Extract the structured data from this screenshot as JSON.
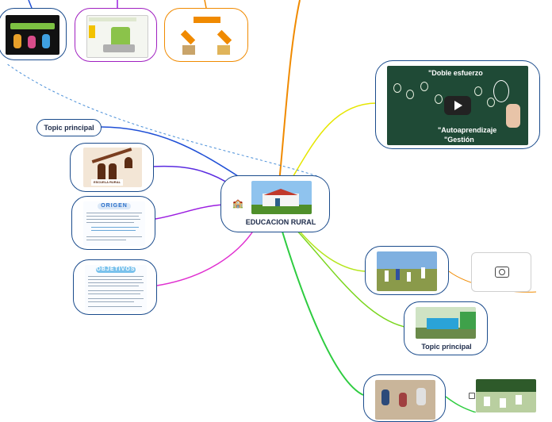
{
  "central": {
    "title": "EDUCACION RURAL",
    "icon": "school-icon"
  },
  "topics": {
    "topic_left": "Topic principal",
    "topic_right": "Topic principal"
  },
  "video": {
    "caption_top": "\"Doble esfuerzo",
    "caption_mid": "\"Autoaprendizaje",
    "caption_bottom": "\"Gestión",
    "play_icon": "play-icon"
  },
  "cards": {
    "origen_title": "ORIGEN",
    "objetivos_title": "OBJETIVOS",
    "escuela_sign": "ESCUELA RURAL"
  },
  "camera": {
    "icon": "camera-icon"
  },
  "colors": {
    "central_border": "#1a4b8c",
    "orange": "#f08a00",
    "yellow": "#e6e600",
    "lime": "#9be000",
    "green": "#2ecc40",
    "blue": "#1f4fd6",
    "indigo": "#5a2be0",
    "purple": "#9b1de0",
    "magenta": "#e02fd0",
    "violet_card": "#a020c0"
  }
}
